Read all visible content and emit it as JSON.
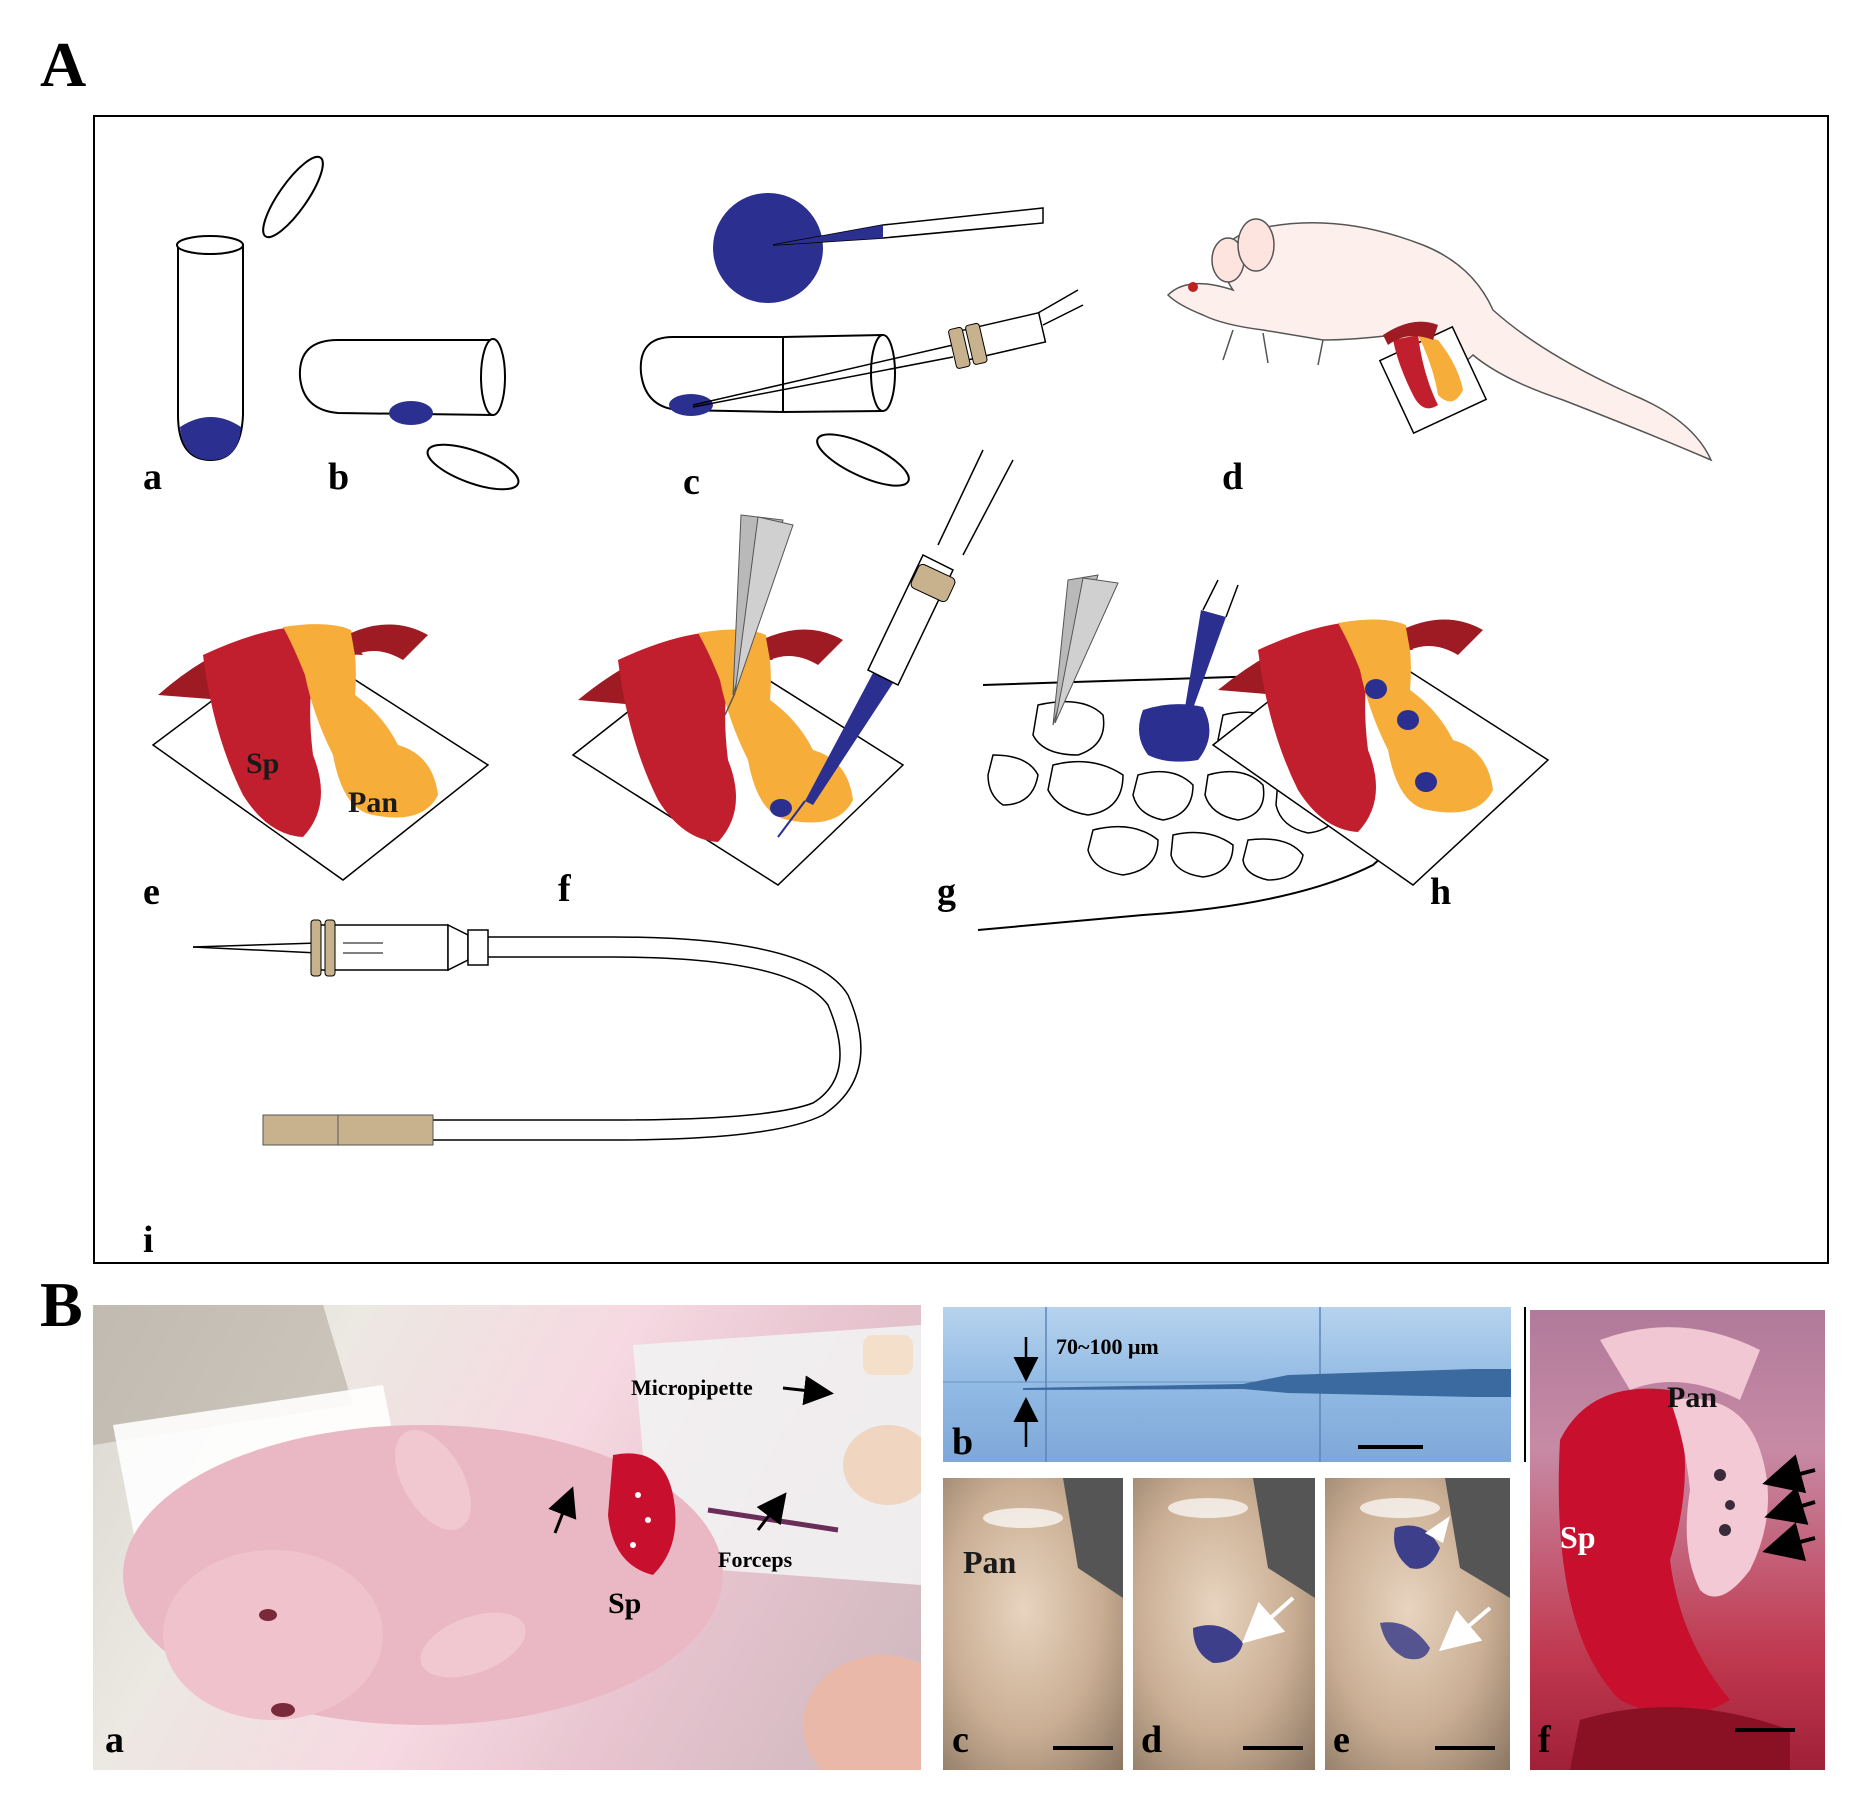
{
  "panels": {
    "A": "A",
    "B": "B"
  },
  "panel_A_labels": {
    "a": "a",
    "b": "b",
    "c": "c",
    "d": "d",
    "e": "e",
    "f": "f",
    "g": "g",
    "h": "h",
    "i": "i"
  },
  "panel_A_annotations": {
    "e_spleen": "Sp",
    "e_pancreas": "Pan"
  },
  "panel_B_labels": {
    "a": "a",
    "b": "b",
    "c": "c",
    "d": "d",
    "e": "e",
    "f": "f"
  },
  "panel_B_annotations": {
    "a_micropipette": "Micropipette",
    "a_forceps": "Forceps",
    "a_spleen": "Sp",
    "b_scale": "70~100 μm",
    "c_pancreas": "Pan",
    "f_pancreas": "Pan",
    "f_spleen": "Sp"
  },
  "colors": {
    "stain_blue": "#2b2f8f",
    "spleen_red": "#c21f2e",
    "spleen_dark": "#9e1b24",
    "pancreas_orange": "#f7ad3a",
    "tool_gray": "#b9b9b9",
    "tube_cap": "#c8b28e"
  }
}
